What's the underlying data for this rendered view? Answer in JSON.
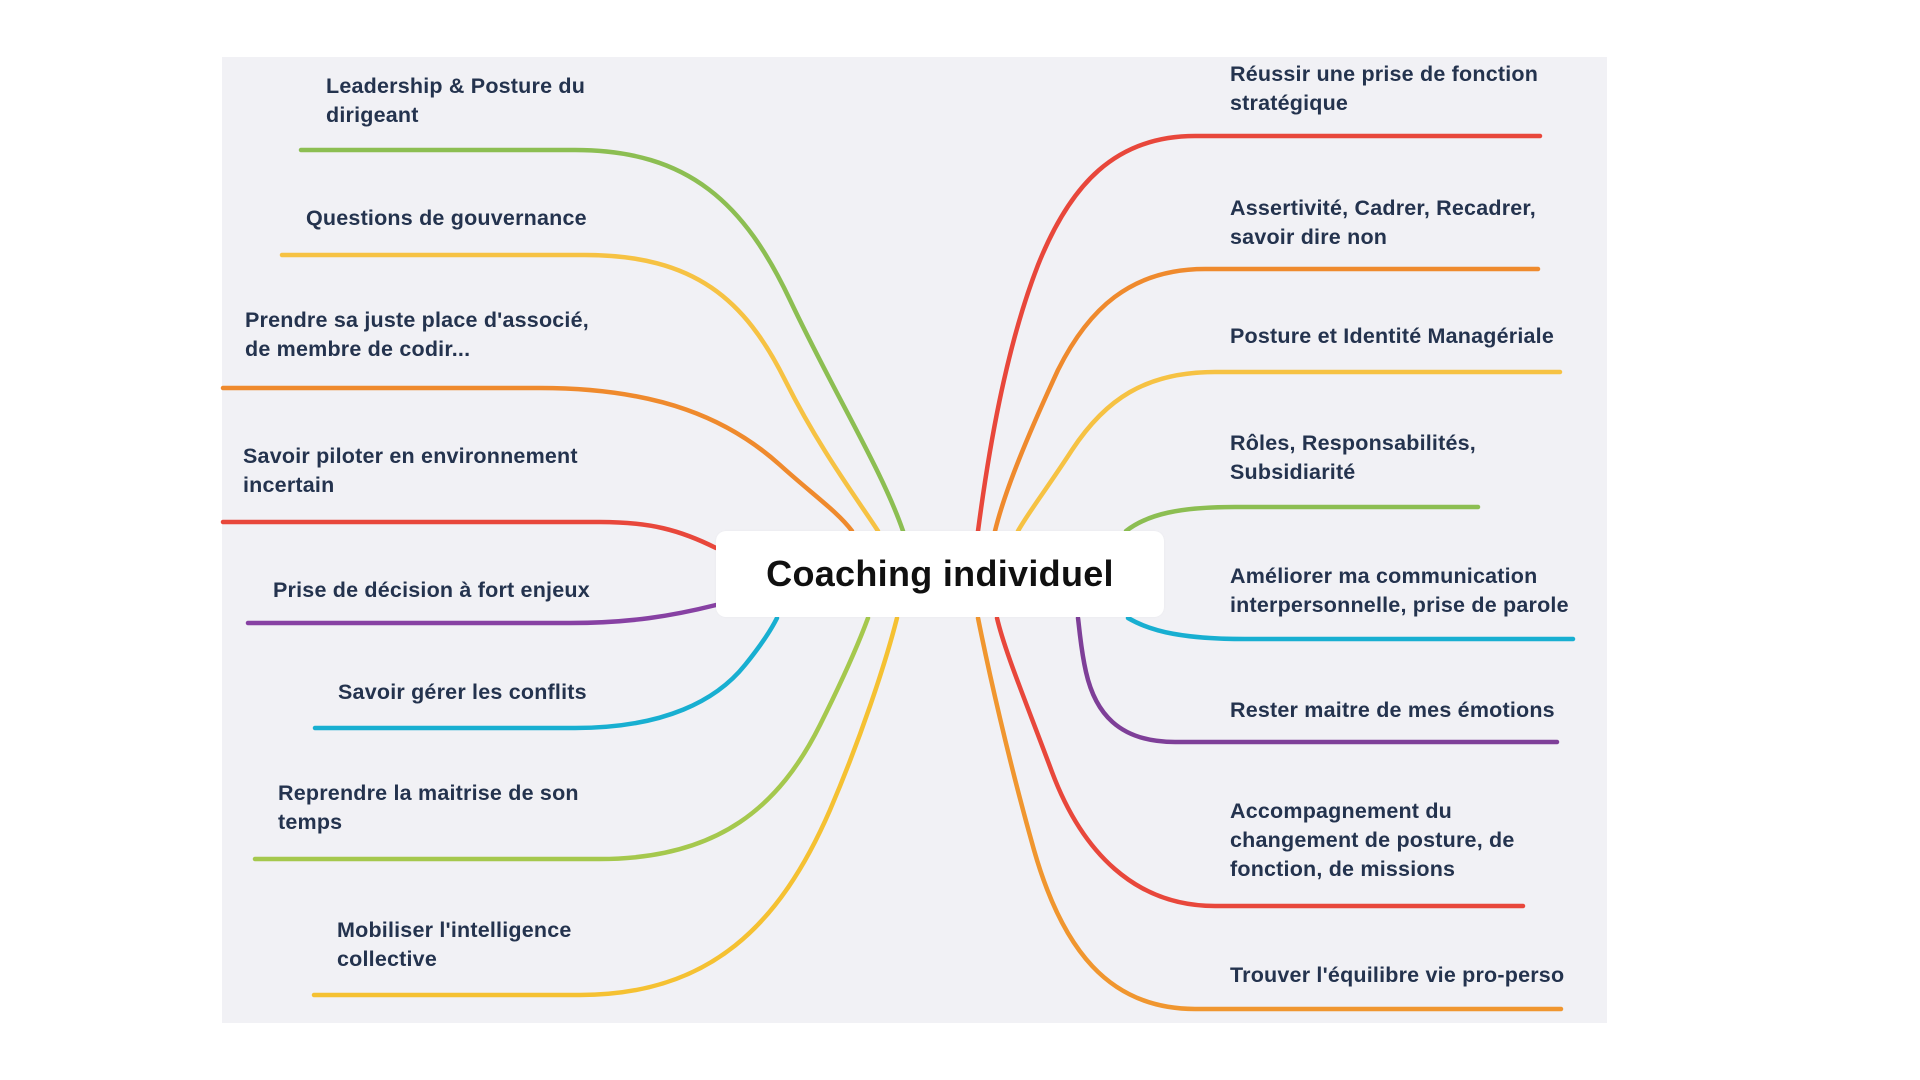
{
  "center": {
    "title": "Coaching individuel"
  },
  "colors": {
    "page_bg": "#ffffff",
    "panel_bg": "#f1f1f5",
    "label_text": "#24334e",
    "center_text": "#101010",
    "center_bg": "#ffffff",
    "red": "#e8473b",
    "orange": "#ef8a2d",
    "yellow": "#f6c243",
    "green": "#8cbe52",
    "yellow_green": "#a5c84d",
    "cyan": "#18afd1",
    "purple": "#8741a3",
    "dark_purple": "#7e3f98",
    "amber": "#f5c132",
    "light_orange": "#f0962f"
  },
  "branches": {
    "left": [
      {
        "lines": [
          "Leadership & Posture du",
          "dirigeant"
        ],
        "color": "#8cbe52"
      },
      {
        "lines": [
          "Questions de gouvernance"
        ],
        "color": "#f6c243"
      },
      {
        "lines": [
          "Prendre sa juste place d'associé,",
          "de membre de codir..."
        ],
        "color": "#ef8a2d"
      },
      {
        "lines": [
          "Savoir piloter en environnement",
          "incertain"
        ],
        "color": "#e8473b"
      },
      {
        "lines": [
          "Prise de décision à fort enjeux"
        ],
        "color": "#8741a3"
      },
      {
        "lines": [
          "Savoir gérer les conflits"
        ],
        "color": "#18afd1"
      },
      {
        "lines": [
          "Reprendre la maitrise de son",
          "temps"
        ],
        "color": "#a5c84d"
      },
      {
        "lines": [
          "Mobiliser l'intelligence",
          "collective"
        ],
        "color": "#f5c132"
      }
    ],
    "right": [
      {
        "lines": [
          "Réussir une prise de fonction",
          "stratégique"
        ],
        "color": "#e8473b"
      },
      {
        "lines": [
          "Assertivité, Cadrer, Recadrer,",
          "savoir dire non"
        ],
        "color": "#ef8a2d"
      },
      {
        "lines": [
          "Posture et Identité Managériale"
        ],
        "color": "#f6c243"
      },
      {
        "lines": [
          "Rôles, Responsabilités,",
          "Subsidiarité"
        ],
        "color": "#8cbe52"
      },
      {
        "lines": [
          "Améliorer ma communication",
          "interpersonnelle, prise de parole"
        ],
        "color": "#18afd1"
      },
      {
        "lines": [
          "Rester maitre de mes émotions"
        ],
        "color": "#7e3f98"
      },
      {
        "lines": [
          "Accompagnement du",
          "changement de posture, de",
          "fonction, de missions"
        ],
        "color": "#e8473b"
      },
      {
        "lines": [
          "Trouver l'équilibre vie pro-perso"
        ],
        "color": "#f0962f"
      }
    ]
  }
}
